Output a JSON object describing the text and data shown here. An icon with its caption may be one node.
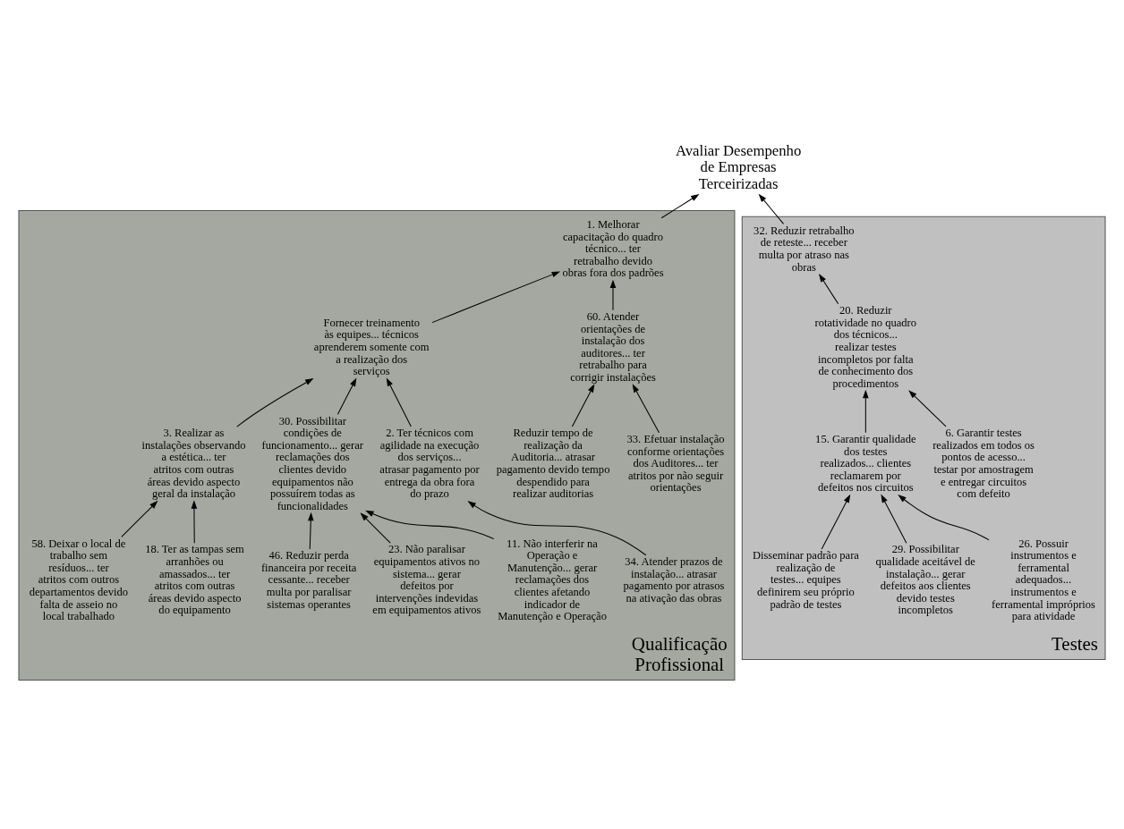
{
  "diagram": {
    "nodes": [
      {
        "text": [
          "Avaliar Desempenho de Empresas Terceirizadas"
        ]
      },
      {
        "text": [
          "Qualificação Profissional"
        ]
      },
      {
        "text": [
          "1. Melhorar capacitação do quadro técnico... ter retrabalho devido obras fora dos padrões"
        ],
        "in": 1
      },
      {
        "text": [
          "Fornecer treinamento às equipes... técnicos aprenderem somente com a realização dos serviços"
        ],
        "in": 1
      },
      {
        "text": [
          "60. Atender orientações de instalação dos auditores... ter retrabalho para corrigir instalações"
        ],
        "in": 1
      },
      {
        "text": [
          "2. Ter técnicos com agilidade na execução dos serviços... atrasar pagamento por entrega da obra fora do prazo"
        ],
        "in": 1
      },
      {
        "text": [
          "30. Possibilitar condições de funcionamento... gerar reclamações dos clientes devido equipamentos não possuírem todas as funcionalidades"
        ],
        "in": 1
      },
      {
        "text": [
          "3. Realizar as instalações observando a estética... ter atritos com outras áreas devido aspecto geral da instalação"
        ],
        "in": 1
      },
      {
        "text": [
          "33. Efetuar instalação conforme orientações dos Auditores... ter atritos por não seguir orientações"
        ],
        "in": 1
      },
      {
        "text": [
          "Reduzir tempo de realização da Auditoria... atrasar pagamento devido tempo despendido para realizar auditorias"
        ],
        "in": 1
      },
      {
        "text": [
          "34. Atender prazos de instalação... atrasar pagamento por atrasos na ativação das obras"
        ],
        "in": 1
      },
      {
        "text": [
          "11. Não interferir na Operação e Manutenção... gerar reclamações dos clientes afetando indicador de Manutenção e Operação"
        ],
        "in": 1
      },
      {
        "text": [
          "23. Não paralisar equipamentos ativos no sistema... gerar defeitos por intervenções indevidas em equipamentos ativos"
        ],
        "in": 1
      },
      {
        "text": [
          "46. Reduzir perda financeira por receita cessante... receber multa por paralisar sistemas operantes"
        ],
        "in": 1
      },
      {
        "text": [
          "18. Ter as tampas sem arranhões ou amassados... ter atritos com outras áreas devido aspecto do equipamento"
        ],
        "in": 1
      },
      {
        "text": [
          "58. Deixar o local de trabalho sem resíduos... ter atritos com outros departamentos devido falta de asseio no local trabalhado"
        ],
        "in": 1
      },
      {
        "text": [
          "Testes"
        ]
      },
      {
        "text": [
          "32. Reduzir retrabalho de reteste... receber multa por atraso nas obras"
        ],
        "in": 16
      },
      {
        "text": [
          "20. Reduzir rotatividade no quadro dos técnicos... realizar testes incompletos por falta de conhecimento dos procedimentos"
        ],
        "in": 16
      },
      {
        "text": [
          "6. Garantir testes realizados em todos os pontos de acesso... testar por amostragem e entregar circuitos com defeito"
        ],
        "in": 16
      },
      {
        "text": [
          "15. Garantir qualidade dos testes realizados... clientes reclamarem por defeitos nos circuitos"
        ],
        "in": 16
      },
      {
        "text": [
          "26. Possuir instrumentos e ferramental adequados... instrumentos e ferramental impróprios para atividade"
        ],
        "in": 16
      },
      {
        "text": [
          "29. Possibilitar qualidade aceitável de instalação... gerar defeitos aos clientes devido testes incompletos"
        ],
        "in": 16
      },
      {
        "text": [
          "Disseminar padrão para realização de testes... equipes definirem seu próprio padrão de testes"
        ],
        "in": 16
      }
    ],
    "edges": [
      {
        "from": 2,
        "to": 0,
        "arrow": "to"
      },
      {
        "from": 17,
        "to": 0,
        "arrow": "to"
      },
      {
        "from": 3,
        "to": 2,
        "arrow": "to"
      },
      {
        "from": 4,
        "to": 2,
        "arrow": "to"
      },
      {
        "from": 5,
        "to": 3,
        "arrow": "to"
      },
      {
        "from": 6,
        "to": 3,
        "arrow": "to"
      },
      {
        "from": 7,
        "to": 3,
        "arrow": "to"
      },
      {
        "from": 8,
        "to": 4,
        "arrow": "to"
      },
      {
        "from": 9,
        "to": 4,
        "arrow": "to"
      },
      {
        "from": 10,
        "to": 5,
        "arrow": "to"
      },
      {
        "from": 11,
        "to": 6,
        "arrow": "to"
      },
      {
        "from": 12,
        "to": 6,
        "arrow": "to"
      },
      {
        "from": 13,
        "to": 6,
        "arrow": "to"
      },
      {
        "from": 14,
        "to": 7,
        "arrow": "to"
      },
      {
        "from": 15,
        "to": 7,
        "arrow": "to"
      },
      {
        "from": 18,
        "to": 17,
        "arrow": "to"
      },
      {
        "from": 19,
        "to": 18,
        "arrow": "to"
      },
      {
        "from": 20,
        "to": 18,
        "arrow": "to"
      },
      {
        "from": 21,
        "to": 20,
        "arrow": "to"
      },
      {
        "from": 22,
        "to": 20,
        "arrow": "to"
      },
      {
        "from": 23,
        "to": 20,
        "arrow": "to"
      }
    ]
  }
}
